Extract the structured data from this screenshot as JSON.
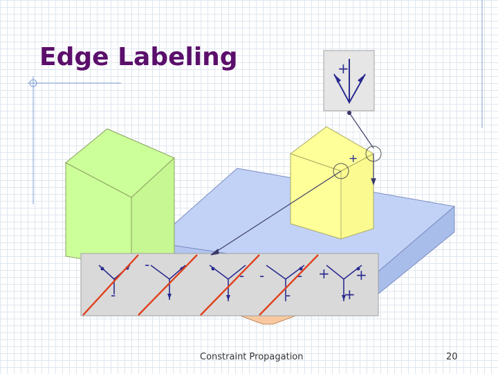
{
  "slide": {
    "title": "Edge Labeling",
    "footer": "Constraint Propagation",
    "page_number": "20"
  },
  "labels": {
    "plus": "+",
    "minus": "-"
  },
  "colors": {
    "title": "#5b0f6b",
    "green_block": "#ccff99",
    "yellow_block": "#ffff99",
    "blue_slab": "#c2d2f7",
    "panel": "#d9d9d9",
    "crossed_line": "#e0401c",
    "edge_line": "#2a2a90"
  }
}
